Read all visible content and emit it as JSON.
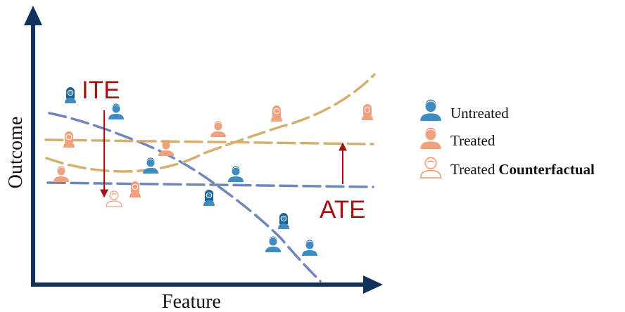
{
  "axes": {
    "x_label": "Feature",
    "y_label": "Outcome"
  },
  "annotations": {
    "ite": "ITE",
    "ate": "ATE"
  },
  "legend": {
    "untreated": "Untreated",
    "treated": "Treated",
    "counterfactual_prefix": "Treated",
    "counterfactual_bold": "Counterfactual"
  },
  "colors": {
    "axis": "#12325e",
    "untreated": "#3f8cc2",
    "treated": "#f2a17e",
    "counterfactual_icon": "#f2a17e",
    "untreated_curve": "#6f86bd",
    "treated_curve": "#d4b06e",
    "annotation": "#a31515"
  },
  "icons": {
    "untreated": "person-untreated-icon",
    "treated": "person-treated-icon",
    "counterfactual": "person-counterfactual-outline-icon"
  }
}
